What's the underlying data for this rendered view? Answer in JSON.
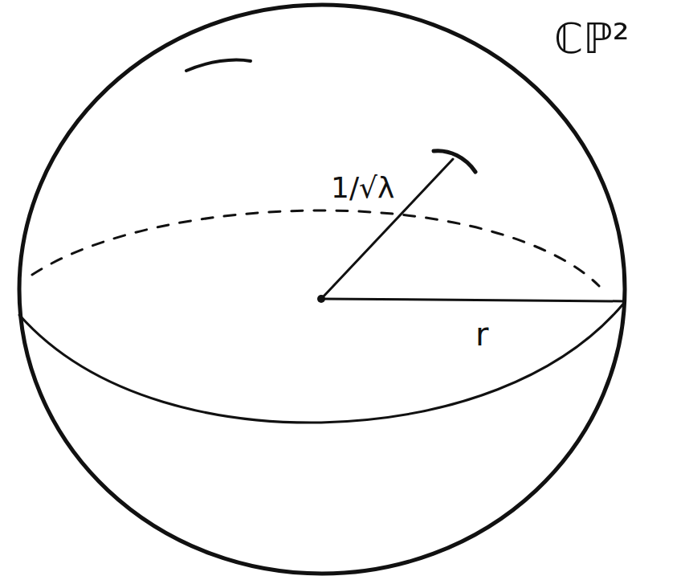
{
  "diagram": {
    "title": "ℂℙ²",
    "labels": [
      "1/√λ",
      "r"
    ]
  }
}
